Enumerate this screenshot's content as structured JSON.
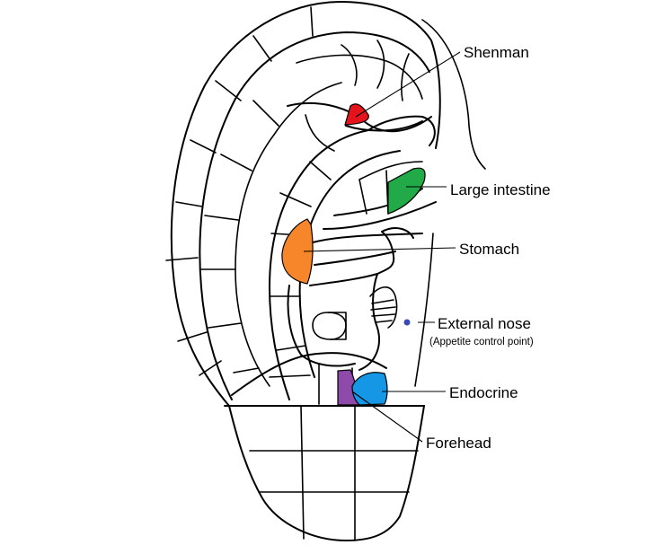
{
  "labels": {
    "shenman": "Shenman",
    "large_intestine": "Large intestine",
    "stomach": "Stomach",
    "external_nose": "External nose",
    "external_nose_note": "(Appetite control point)",
    "endocrine": "Endocrine",
    "forehead": "Forehead"
  },
  "colors": {
    "shenman": "#e3141c",
    "large_intestine": "#22a948",
    "stomach": "#f7862a",
    "external_nose": "#3b49b5",
    "endocrine": "#1597e5",
    "forehead": "#8d4aa9"
  }
}
